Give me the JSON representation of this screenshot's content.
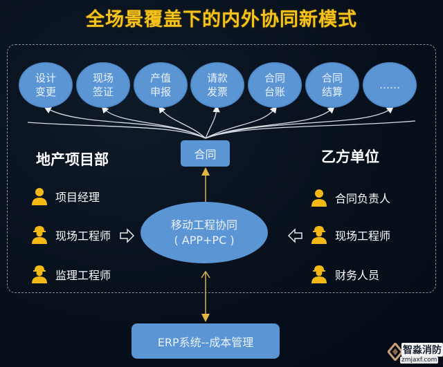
{
  "title": "全场景覆盖下的内外协同新模式",
  "modules": [
    {
      "line1": "设计",
      "line2": "变更"
    },
    {
      "line1": "现场",
      "line2": "签证"
    },
    {
      "line1": "产值",
      "line2": "申报"
    },
    {
      "line1": "请款",
      "line2": "发票"
    },
    {
      "line1": "合同",
      "line2": "台账"
    },
    {
      "line1": "合同",
      "line2": "结算"
    },
    {
      "line1": "……",
      "line2": ""
    }
  ],
  "contract_box": "合同",
  "center": {
    "line1": "移动工程协同",
    "line2": "( APP+PC )"
  },
  "left_group": {
    "title": "地产项目部",
    "roles": [
      {
        "label": "项目经理",
        "icon": "person-icon"
      },
      {
        "label": "现场工程师",
        "icon": "worker-helmet-icon"
      },
      {
        "label": "监理工程师",
        "icon": "worker-helmet-icon"
      }
    ]
  },
  "right_group": {
    "title": "乙方单位",
    "roles": [
      {
        "label": "合同负责人",
        "icon": "person-icon"
      },
      {
        "label": "现场工程师",
        "icon": "worker-helmet-icon"
      },
      {
        "label": "财务人员",
        "icon": "worker-helmet-icon"
      }
    ]
  },
  "erp_box": "ERP系统--成本管理",
  "watermark": {
    "title": "智淼消防",
    "url": "zmjaxf.com"
  },
  "colors": {
    "title": "#f6c31b",
    "node_fill": "#5b95d4",
    "icon": "#f5b915",
    "arrow_gold": "#d6b25a",
    "background": "#07101b"
  }
}
